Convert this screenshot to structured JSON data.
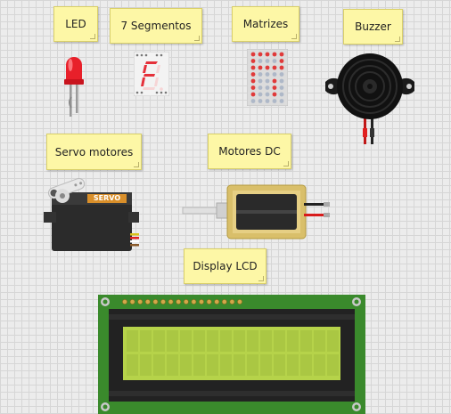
{
  "notes": {
    "led": "LED",
    "seven_segment": "7 Segmentos",
    "matrix": "Matrizes",
    "buzzer": "Buzzer",
    "servo": "Servo motores",
    "dc_motor": "Motores DC",
    "lcd": "Display LCD"
  },
  "components": {
    "seven_segment_digit": "F",
    "servo_label": "SERVO"
  },
  "icons": [
    "led-icon",
    "seven-segment-icon",
    "led-matrix-icon",
    "buzzer-icon",
    "servo-motor-icon",
    "dc-motor-icon",
    "lcd-display-icon"
  ],
  "colors": {
    "note_bg": "#fdf7a6",
    "led_red": "#e8202a",
    "segment_red": "#e5303a",
    "lcd_screen": "#b6d34a",
    "pcb_green": "#3a8a2c",
    "servo_badge": "#d98f2a"
  }
}
